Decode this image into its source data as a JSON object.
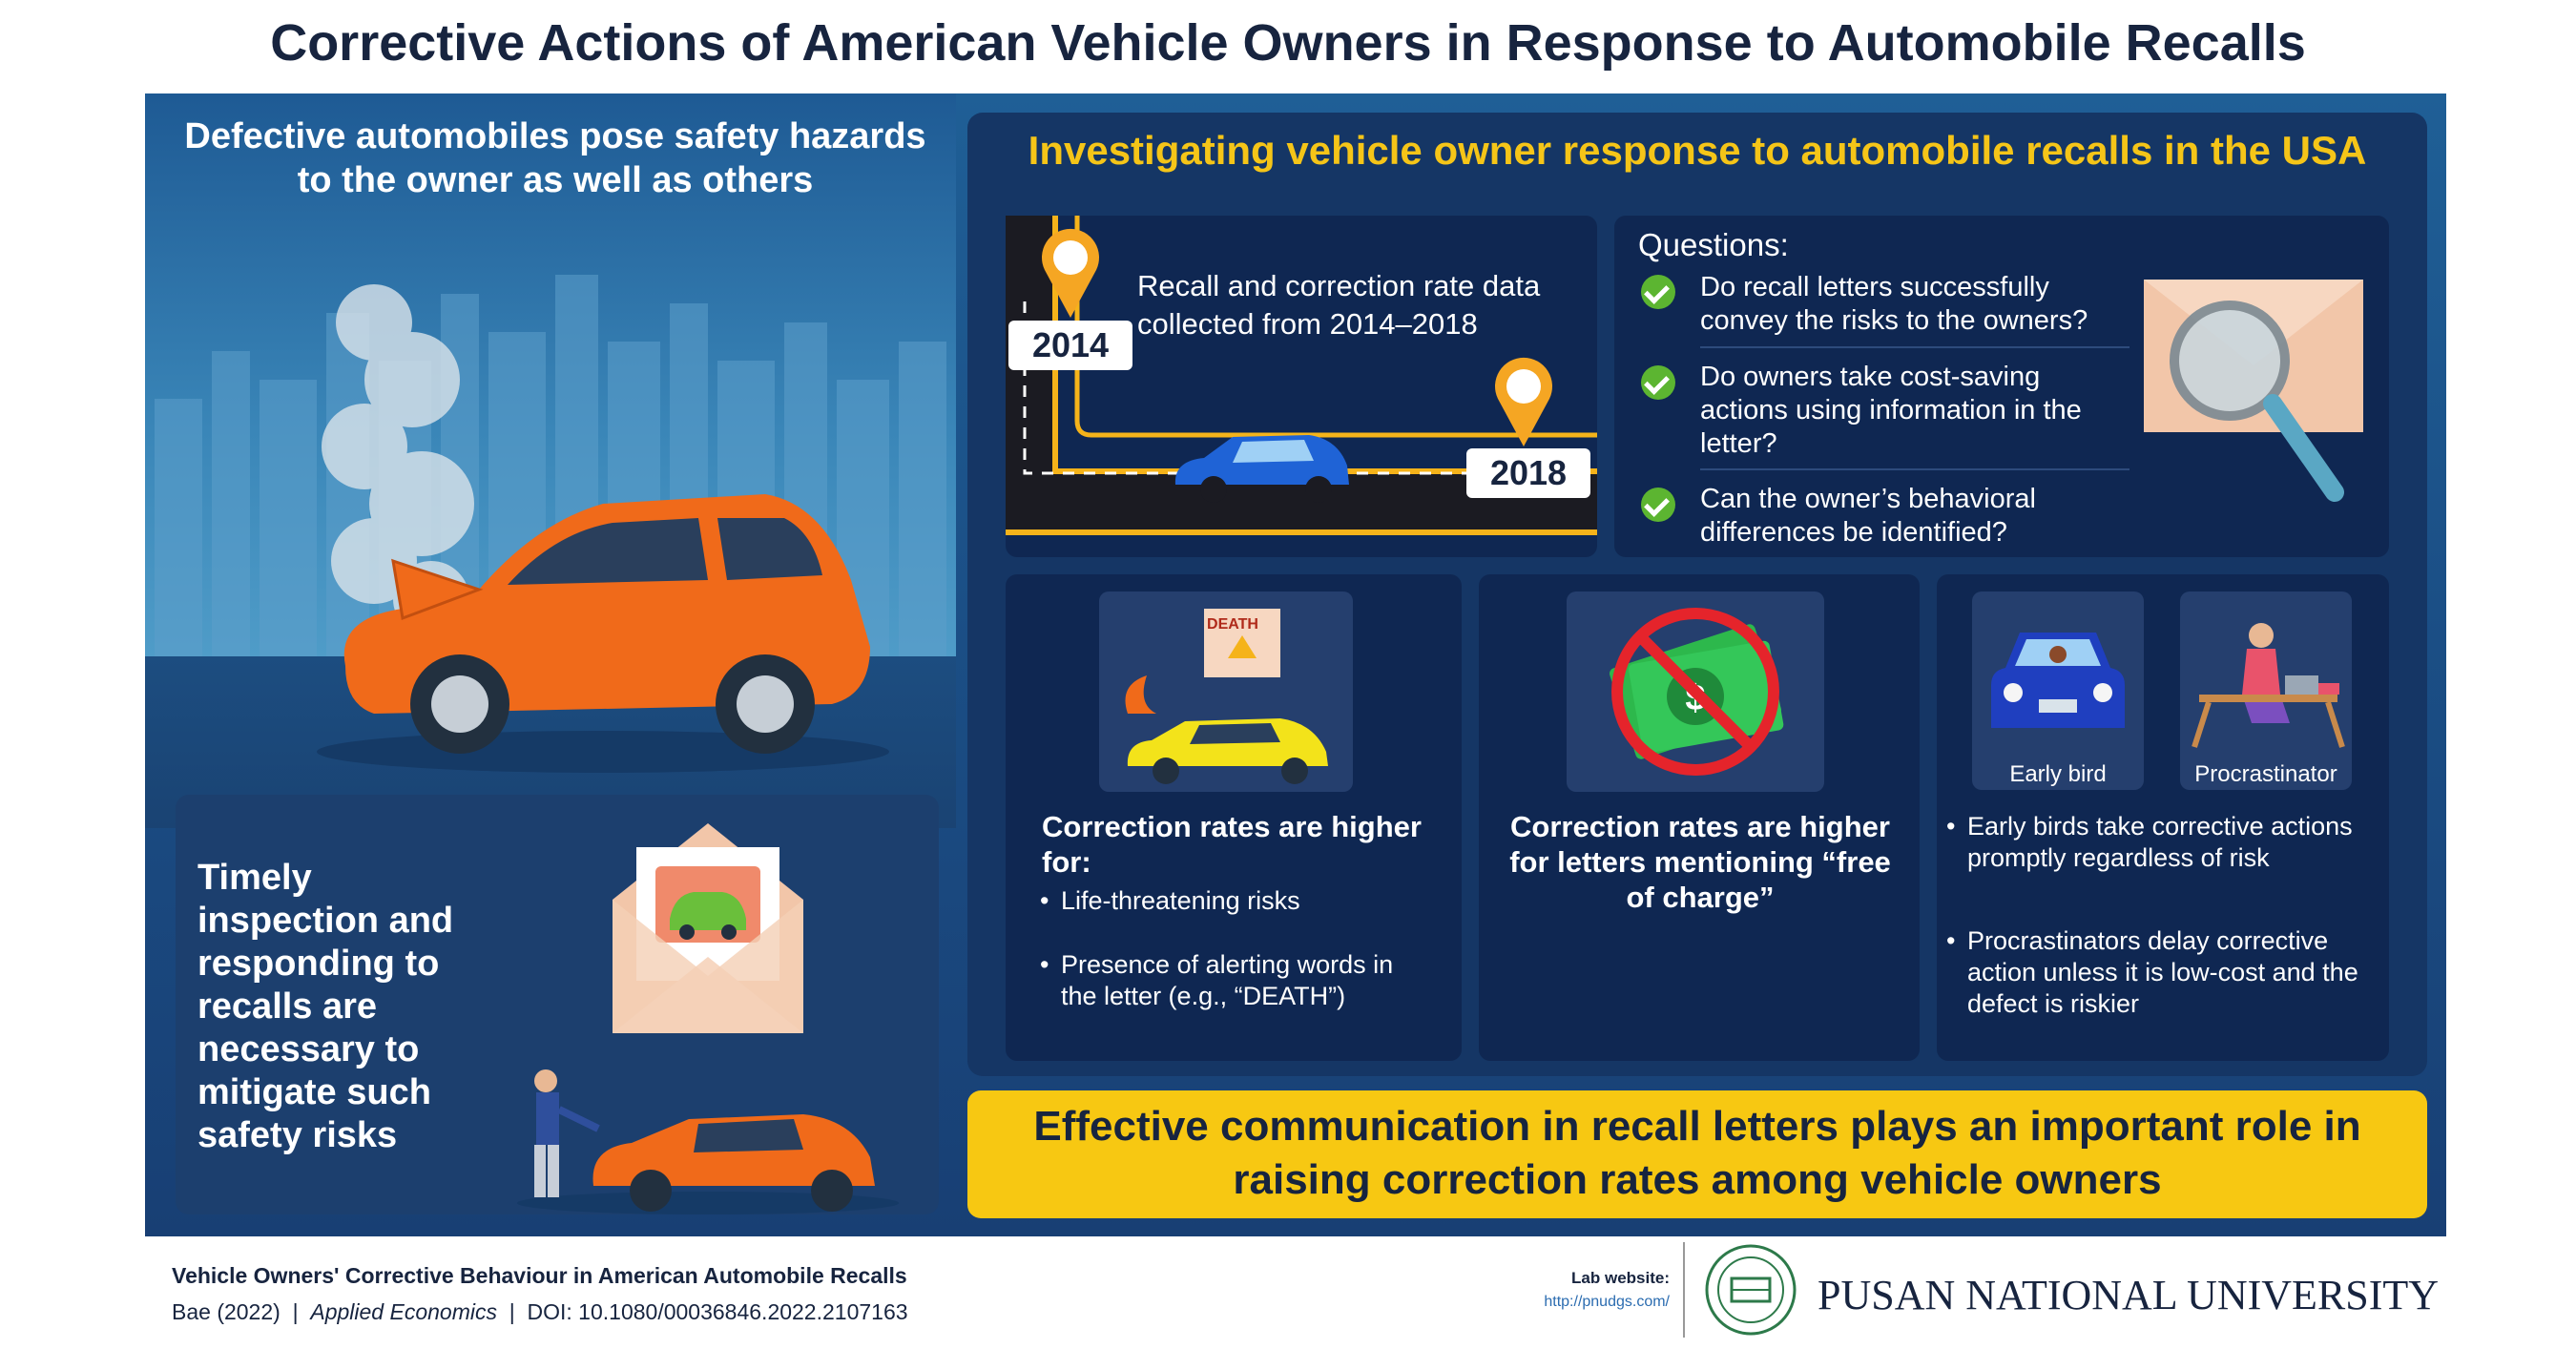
{
  "title": "Corrective Actions of American Vehicle Owners in Response to Automobile Recalls",
  "left": {
    "heading": "Defective automobiles pose safety hazards to the owner as well as others",
    "timely_text": "Timely inspection and responding to recalls are necessary to mitigate such safety risks"
  },
  "right": {
    "heading": "Investigating vehicle owner response to automobile recalls in the USA",
    "timeline": {
      "text": "Recall and correction rate data collected from 2014–2018",
      "year_start": "2014",
      "year_end": "2018"
    },
    "questions": {
      "label": "Questions:",
      "items": [
        "Do recall letters successfully convey the risks to the owners?",
        "Do owners take cost-saving actions using information in the letter?",
        "Can the owner’s behavioral differences be identified?"
      ]
    },
    "card1": {
      "death_label": "DEATH",
      "heading": "Correction rates are higher for:",
      "bullets": [
        "Life-threatening risks",
        "Presence of alerting words in the letter (e.g., “DEATH”)"
      ]
    },
    "card2": {
      "heading": "Correction rates are higher for letters mentioning “free of charge”"
    },
    "card3": {
      "early_label": "Early bird",
      "procrastinator_label": "Procrastinator",
      "bullets": [
        "Early birds take corrective actions promptly regardless of risk",
        "Procrastinators delay corrective action unless it is low-cost and the defect is riskier"
      ]
    },
    "banner": "Effective communication in recall letters plays an important role in raising correction rates among vehicle owners"
  },
  "footer": {
    "paper_title": "Vehicle Owners' Corrective Behaviour in American Automobile Recalls",
    "cite_author": "Bae (2022)",
    "cite_journal": "Applied Economics",
    "cite_doi": "DOI: 10.1080/00036846.2022.2107163",
    "lab_label": "Lab website:",
    "lab_url": "http://pnudgs.com/",
    "university": "PUSAN NATIONAL UNIVERSITY"
  },
  "colors": {
    "title": "#17243f",
    "highlight_yellow": "#f7c812",
    "heading_yellow": "#f5c518",
    "car_orange": "#f06a1a",
    "check_green": "#5cb531"
  }
}
